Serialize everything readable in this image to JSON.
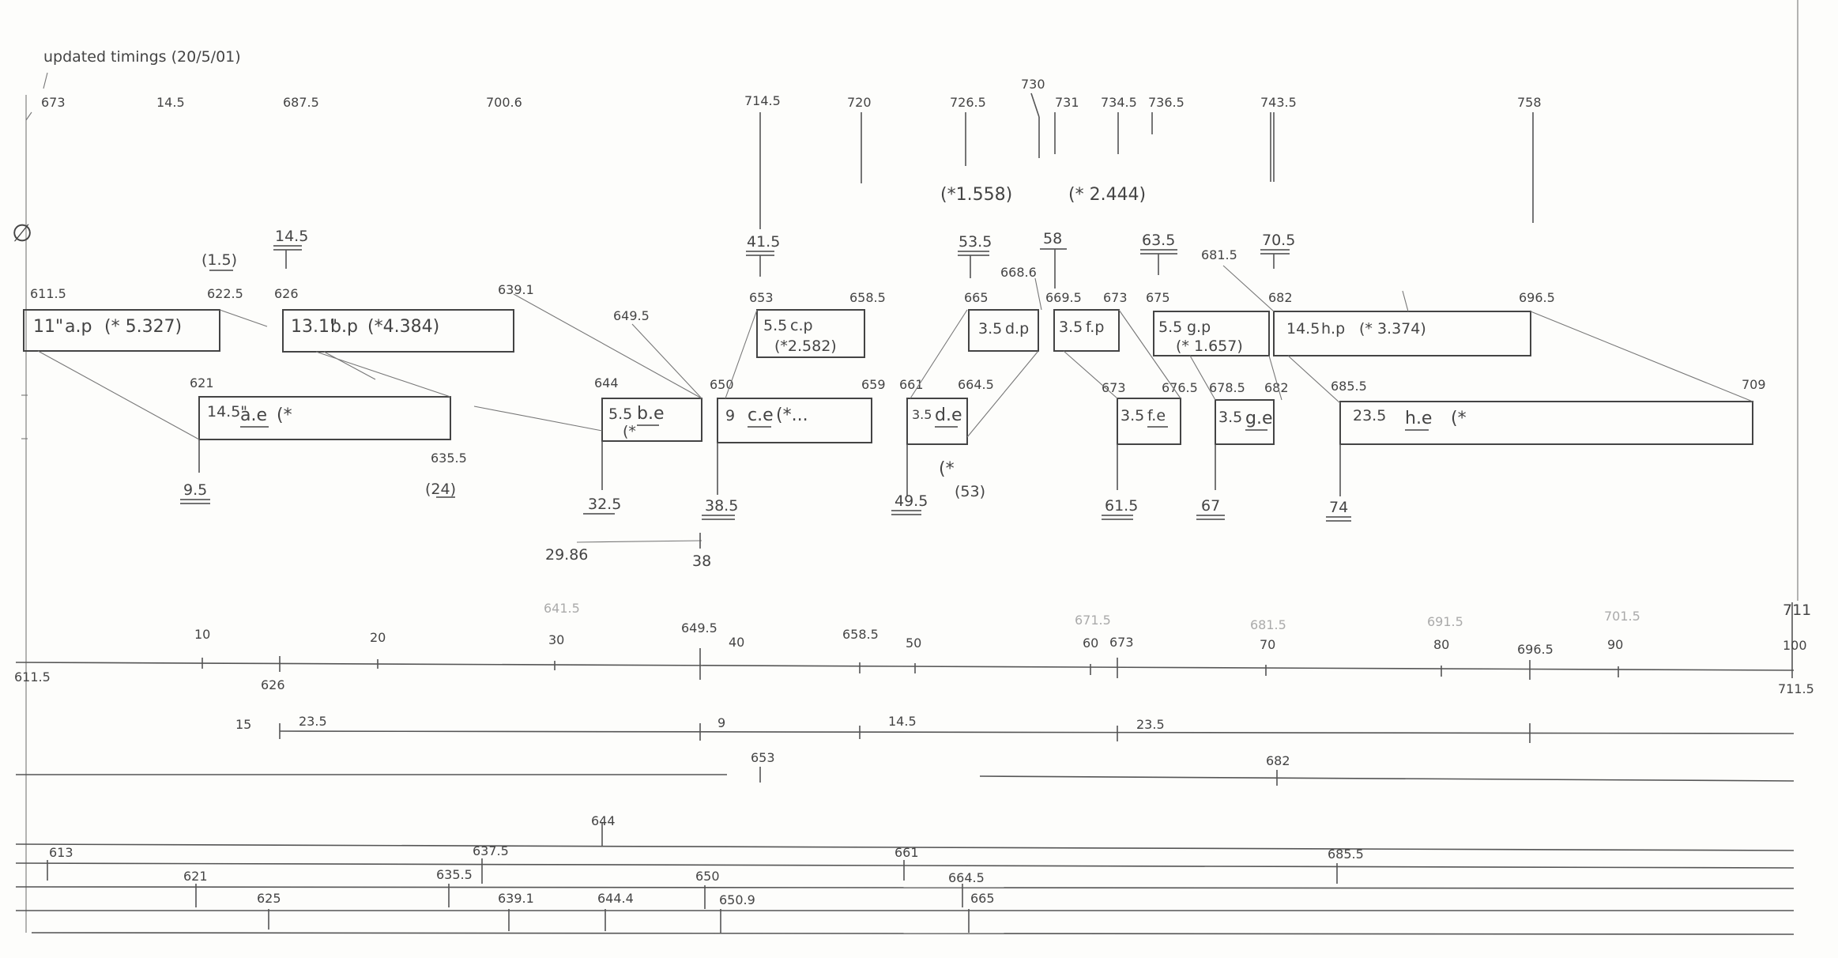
{
  "note": "updated timings (20/5/01)",
  "top_markers": [
    "673",
    "14.5",
    "687.5",
    "700.6",
    "714.5",
    "720",
    "726.5",
    "730",
    "731",
    "734.5",
    "736.5",
    "743.5",
    "758"
  ],
  "factors": [
    "(*1.558)",
    "(* 2.444)"
  ],
  "phi": "∅",
  "above_labels": [
    "14.5",
    "(1.5)",
    "41.5",
    "53.5",
    "58",
    "63.5",
    "70.5",
    "681.5"
  ],
  "below_labels": [
    "9.5",
    "(24)",
    "32.5",
    "38.5",
    "49.5",
    "(*",
    "(53)",
    "61.5",
    "67",
    "74"
  ],
  "span_labels": [
    "29.86",
    "38"
  ],
  "boxes": [
    {
      "dur": "11\"",
      "name": "a.p",
      "factor": "(* 5.327)",
      "start": "611.5",
      "end": "622.5"
    },
    {
      "dur": "13.1\"",
      "name": "b.p",
      "factor": "(*4.384)",
      "start": "626",
      "end": "639.1"
    },
    {
      "dur": "14.5\"",
      "name": "a.e",
      "factor": "(*",
      "start": "621",
      "end": "635.5"
    },
    {
      "dur": "5.5",
      "name": "b.e",
      "factor": "(*",
      "start": "644",
      "end": "649.5"
    },
    {
      "dur": "5.5",
      "name": "c.p",
      "factor": "(*2.582)",
      "start": "653",
      "end": "658.5"
    },
    {
      "dur": "9",
      "name": "c.e",
      "factor": "(*...",
      "start": "650",
      "end": "659"
    },
    {
      "dur": "3.5",
      "name": "d.e",
      "factor": "",
      "start": "661",
      "end": "664.5"
    },
    {
      "dur": "3.5",
      "name": "d.p",
      "factor": "",
      "start": "665",
      "end": "668.6"
    },
    {
      "dur": "3.5",
      "name": "f.p",
      "factor": "",
      "start": "669.5",
      "end": "673"
    },
    {
      "dur": "3.5",
      "name": "f.e",
      "factor": "",
      "start": "673",
      "end": "676.5"
    },
    {
      "dur": "5.5",
      "name": "g.p",
      "factor": "(* 1.657)",
      "start": "675",
      "end": "681.5"
    },
    {
      "dur": "3.5",
      "name": "g.e",
      "factor": "",
      "start": "678.5",
      "end": "682"
    },
    {
      "dur": "14.5",
      "name": "h.p",
      "factor": "(* 3.374)",
      "start": "682",
      "end": "696.5"
    },
    {
      "dur": "23.5",
      "name": "h.e",
      "factor": "(*",
      "start": "685.5",
      "end": "709"
    }
  ],
  "scale": {
    "left": "611.5",
    "right": "711.5",
    "right_top": "711",
    "pct": [
      "10",
      "20",
      "30",
      "40",
      "50",
      "60",
      "70",
      "80",
      "90",
      "100"
    ],
    "faint": [
      "641.5",
      "671.5",
      "681.5",
      "691.5",
      "701.5"
    ],
    "marks": [
      "649.5",
      "658.5",
      "673",
      "696.5"
    ],
    "below": [
      "626"
    ]
  },
  "durations": [
    "15",
    "23.5",
    "9",
    "14.5",
    "23.5"
  ],
  "line3": [
    "653",
    "682"
  ],
  "bottom": [
    "644",
    "613",
    "637.5",
    "661",
    "685.5",
    "621",
    "635.5",
    "650",
    "664.5",
    "625",
    "639.1",
    "644.4",
    "650.9",
    "665"
  ]
}
